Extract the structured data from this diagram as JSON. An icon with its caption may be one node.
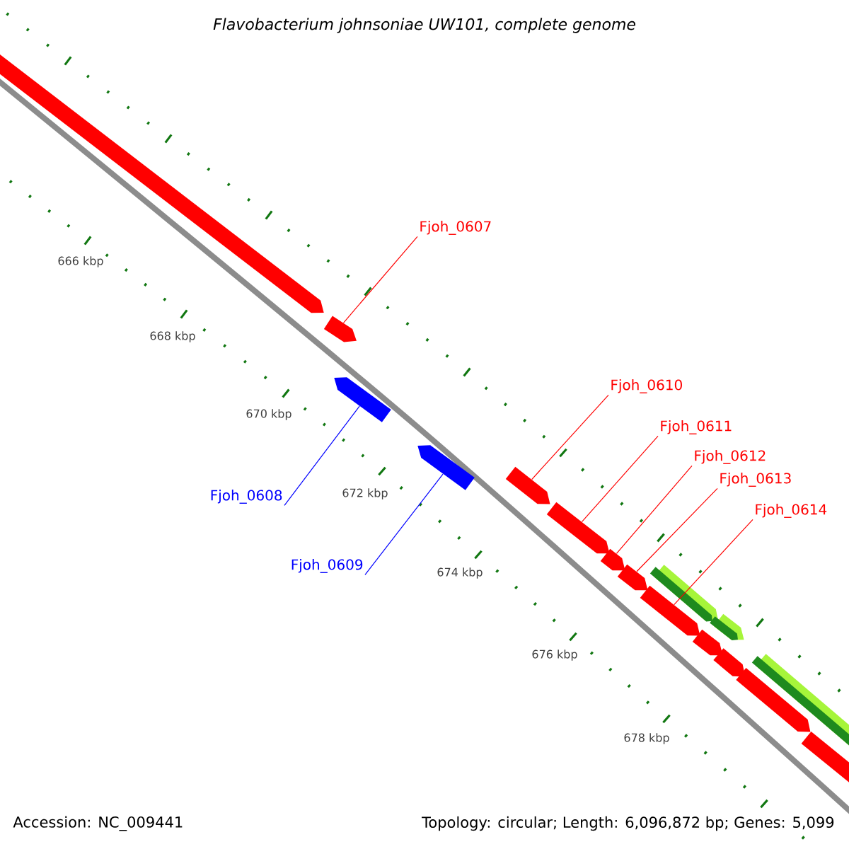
{
  "diagram": {
    "title": "Flavobacterium johnsoniae UW101, complete genome",
    "nodes": [
      {
        "text": [
          "Fjoh_0607"
        ]
      },
      {
        "text": [],
        "shape": "pentagon"
      },
      {
        "text": [
          "Fjoh_0608"
        ]
      },
      {
        "text": [],
        "shape": "pentagon"
      },
      {
        "text": [
          "Fjoh_0609"
        ]
      },
      {
        "text": [],
        "shape": "pentagon"
      },
      {
        "text": [
          "Fjoh_0610"
        ]
      },
      {
        "text": [],
        "shape": "pentagon"
      },
      {
        "text": [
          "Fjoh_0611"
        ]
      },
      {
        "text": [],
        "shape": "pentagon"
      },
      {
        "text": [
          "Fjoh_0612"
        ]
      },
      {
        "text": [],
        "shape": "pentagon"
      },
      {
        "text": [
          "Fjoh_0613"
        ]
      },
      {
        "text": [],
        "shape": "pentagon"
      },
      {
        "text": [
          "Fjoh_0614"
        ]
      },
      {
        "text": [],
        "shape": "pentagon"
      },
      {
        "text": [],
        "shape": "pentagon"
      },
      {
        "text": [],
        "shape": "pentagon"
      },
      {
        "text": [],
        "shape": "pentagon"
      },
      {
        "text": [],
        "shape": "pentagon"
      },
      {
        "text": [],
        "shape": "pentagon"
      },
      {
        "text": [],
        "shape": "pentagon"
      },
      {
        "text": [],
        "shape": "pentagon"
      },
      {
        "text": [],
        "shape": "pentagon"
      }
    ],
    "edges": [
      {
        "from": 0,
        "to": 1,
        "arrow": "none"
      },
      {
        "from": 2,
        "to": 3,
        "arrow": "none",
        "color": "#0000ff"
      },
      {
        "from": 4,
        "to": 5,
        "arrow": "none",
        "color": "#0000ff"
      },
      {
        "from": 6,
        "to": 7,
        "arrow": "none"
      },
      {
        "from": 8,
        "to": 9,
        "arrow": "none"
      },
      {
        "from": 10,
        "to": 11,
        "arrow": "none"
      },
      {
        "from": 12,
        "to": 13,
        "arrow": "none"
      },
      {
        "from": 14,
        "to": 15,
        "arrow": "none"
      }
    ],
    "labels": [
      "666 kbp",
      "668 kbp",
      "670 kbp",
      "672 kbp",
      "674 kbp",
      "676 kbp",
      "678 kbp",
      "Accession: NC_009441",
      "Topology: circular; Length: 6,096,872 bp; Genes: 5,099"
    ]
  }
}
